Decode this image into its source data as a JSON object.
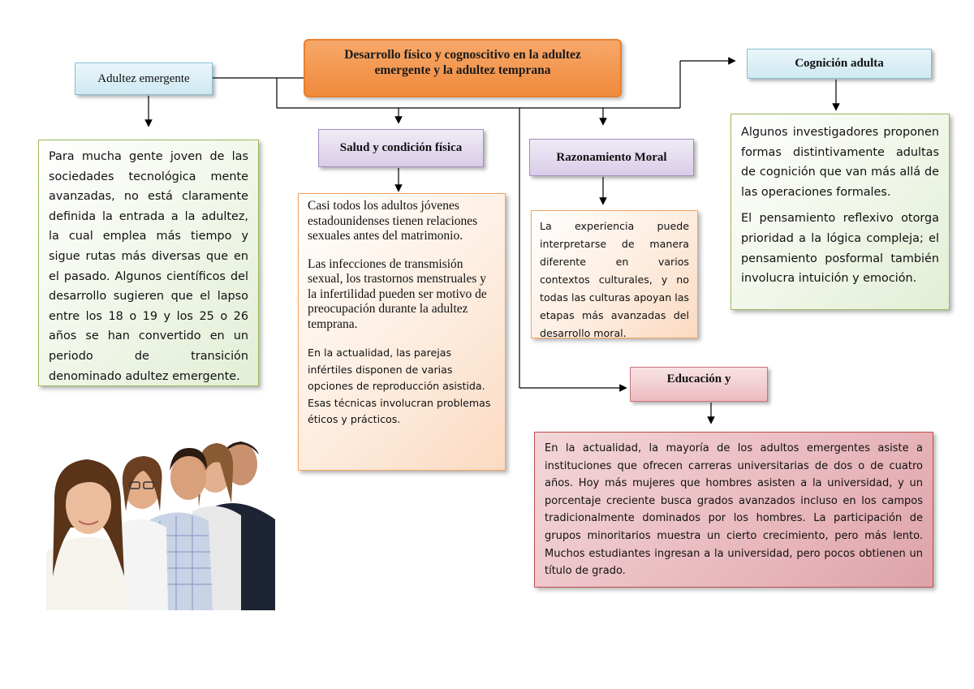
{
  "title": "Desarrollo físico y cognoscitivo en la adultez emergente y la adultez temprana",
  "nodes": {
    "adultez_emergente": {
      "label": "Adultez emergente"
    },
    "cognicion_adulta": {
      "label": "Cognición adulta"
    },
    "salud": {
      "label": "Salud y condición física"
    },
    "razonamiento": {
      "label": "Razonamiento Moral"
    },
    "educacion": {
      "label": "Educación y"
    }
  },
  "panels": {
    "adultez_emergente": "Para mucha gente joven de las sociedades tecnológica mente avanzadas, no está claramente definida la entrada a la adultez, la cual emplea más tiempo y sigue rutas más diversas que en el pasado. Algunos científicos del desarrollo sugieren que el lapso entre los 18 o 19 y los 25 o 26 años se han convertido en un periodo de transición denominado adultez emergente.",
    "salud": {
      "p1": "Casi todos los adultos jóvenes estadounidenses tienen relaciones sexuales antes del matrimonio.",
      "p2": " Las infecciones de transmisión sexual, los trastornos menstruales y la infertilidad pueden ser motivo de preocupación durante la adultez temprana.",
      "p3": "En la actualidad, las parejas infértiles disponen de varias opciones de reproducción asistida. Esas técnicas involucran problemas éticos y prácticos."
    },
    "razonamiento": "La experiencia puede interpretarse de manera diferente en varios contextos culturales, y no todas las culturas apoyan las etapas más avanzadas del desarrollo moral.",
    "cognicion": {
      "p1": "Algunos investigadores proponen formas distintivamente adultas de cognición que van más allá de las operaciones formales.",
      "p2": "El pensamiento reflexivo otorga prioridad a la lógica compleja; el pensamiento posformal también involucra intuición y emoción."
    },
    "educacion": "En la actualidad, la mayoría de los adultos emergentes asiste a instituciones que ofrecen carreras universitarias de dos o de cuatro años. Hoy más mujeres que hombres asisten a la universidad, y un porcentaje creciente busca grados avanzados incluso en los campos tradicionalmente dominados por los hombres. La participación de grupos minoritarios muestra un cierto crecimiento, pero más lento. Muchos estudiantes ingresan a la universidad, pero pocos obtienen un título de grado."
  },
  "colors": {
    "title_fill": "#f29445",
    "green_border": "#9bbb59",
    "orange_border": "#f4a460",
    "rose_fill": "#e6b3b9",
    "connector": "#000000"
  },
  "image": {
    "icon": "group-of-young-adults-photo"
  }
}
